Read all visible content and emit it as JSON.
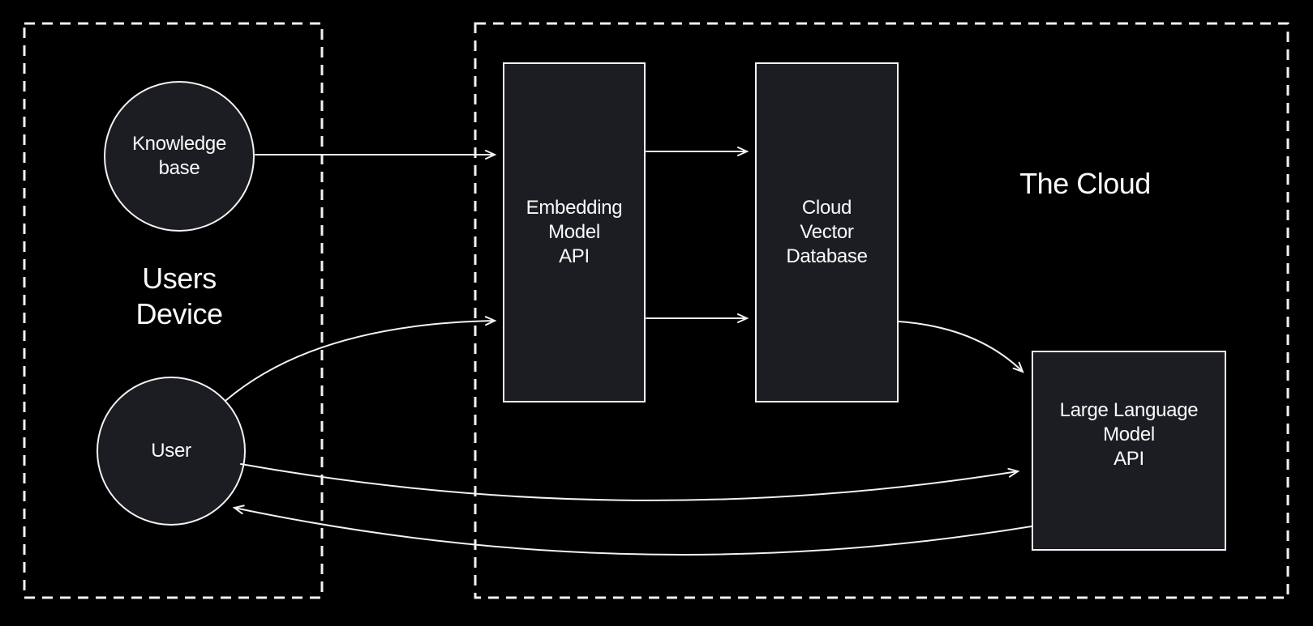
{
  "colors": {
    "background": "#000000",
    "node-fill": "#1c1d22",
    "line": "#f2f2f2",
    "text": "#fafafa"
  },
  "regions": {
    "users_device": {
      "line1": "Users",
      "line2": "Device"
    },
    "cloud": {
      "label": "The Cloud"
    }
  },
  "nodes": {
    "knowledge_base": {
      "line1": "Knowledge",
      "line2": "base"
    },
    "user": {
      "label": "User"
    },
    "embedding_model_api": {
      "line1": "Embedding",
      "line2": "Model",
      "line3": "API"
    },
    "cloud_vector_database": {
      "line1": "Cloud",
      "line2": "Vector",
      "line3": "Database"
    },
    "large_language_model_api": {
      "line1": "Large Language",
      "line2": "Model",
      "line3": "API"
    }
  },
  "edges": [
    {
      "from": "knowledge-base",
      "to": "embedding-model-api",
      "style": "straight-arrow"
    },
    {
      "from": "user",
      "to": "embedding-model-api",
      "style": "curved-arrow"
    },
    {
      "from": "embedding-model-api",
      "to": "cloud-vector-database",
      "style": "straight-arrow",
      "variant": "top"
    },
    {
      "from": "embedding-model-api",
      "to": "cloud-vector-database",
      "style": "straight-arrow",
      "variant": "bottom"
    },
    {
      "from": "cloud-vector-database",
      "to": "large-language-model-api",
      "style": "curved-arrow"
    },
    {
      "from": "user",
      "to": "large-language-model-api",
      "style": "curved-arrow"
    },
    {
      "from": "large-language-model-api",
      "to": "user",
      "style": "curved-arrow"
    }
  ]
}
